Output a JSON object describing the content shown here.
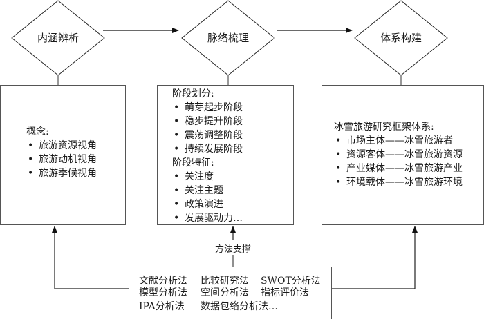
{
  "stages": [
    {
      "label": "内涵辨析"
    },
    {
      "label": "脉络梳理"
    },
    {
      "label": "体系构建"
    }
  ],
  "box1": {
    "heading": "概念:",
    "items": [
      "旅游资源视角",
      "旅游动机视角",
      "旅游季候视角"
    ]
  },
  "box2": {
    "heading1": "阶段划分:",
    "items1": [
      "萌芽起步阶段",
      "稳步提升阶段",
      "震荡调整阶段",
      "持续发展阶段"
    ],
    "heading2": "阶段特征:",
    "items2": [
      "关注度",
      "关注主题",
      "政策演进",
      "发展驱动力…"
    ]
  },
  "box3": {
    "heading": "冰雪旅游研究框架体系:",
    "items": [
      "市场主体——冰雪旅游者",
      "资源客体——冰雪旅游资源",
      "产业媒体——冰雪旅游产业",
      "环境载体——冰雪旅游环境"
    ]
  },
  "method_support_label": "方法支撑",
  "methods": [
    [
      "文献分析法",
      "比较研究法",
      "SWOT分析法"
    ],
    [
      "模型分析法",
      "空间分析法",
      "指标评价法"
    ],
    [
      "IPA分析法",
      "数据包络分析法…"
    ]
  ]
}
